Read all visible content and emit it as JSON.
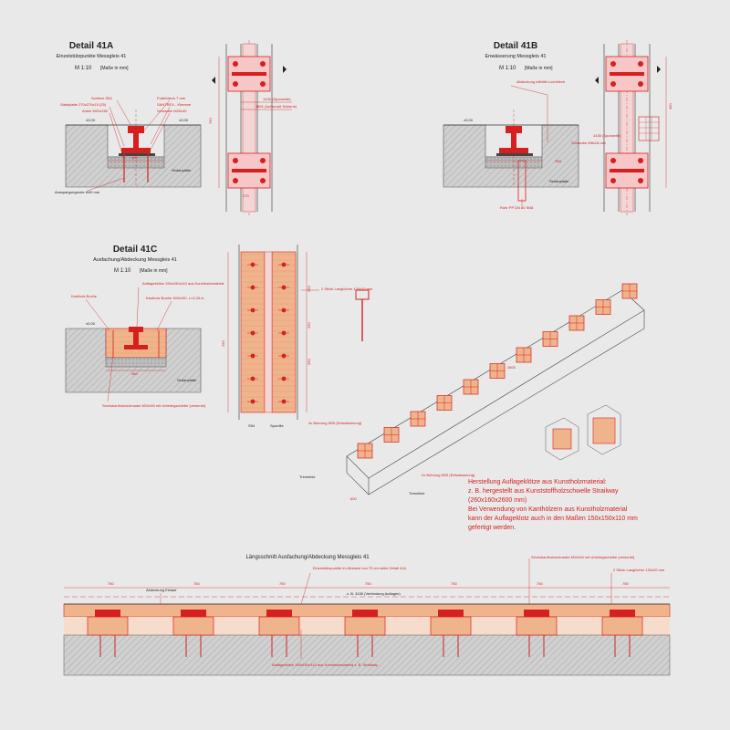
{
  "colors": {
    "accent": "#d62020",
    "ink": "#222222",
    "block": "#f0b48c",
    "paper": "#e9e9e9"
  },
  "detail_a": {
    "title": "Detail 41A",
    "subtitle": "Einzelstützpunkte Messgleis 41",
    "scale": "M 1:10",
    "scale_note": "[Maße in mm]",
    "labels": [
      "Schiene S54",
      "Futterblech 7 mm",
      "Stahlplatte 270x270x15 (25)",
      "SANTREX - Klemme",
      "Anker M20x250",
      "Schraube M20x40",
      "Ausspargungsrohr Ø40 mm",
      "Sedanplatte"
    ],
    "dims": [
      "±0.00",
      "±0.00",
      "450",
      "750",
      "1435 (Spurweite)",
      "1501 (Achsmaß Schiene)",
      "270"
    ]
  },
  "detail_b": {
    "title": "Detail 41B",
    "subtitle": "Enwässerung Messgleis 41",
    "scale": "M 1:10",
    "scale_note": "[Maße in mm]",
    "labels": [
      "Abdeckung mithilfe Lochblech",
      "Schraube M8x18 mm",
      "S54",
      "Sedanplatte",
      "Rohr PP DN 80 SN8"
    ],
    "dims": [
      "±0.00",
      "1435 (Spurweite)",
      "450"
    ]
  },
  "detail_c": {
    "title": "Detail 41C",
    "subtitle": "Ausfachung/Abdeckung Messgleis 41",
    "scale": "M 1:10",
    "scale_note": "[Maße in mm]",
    "labels": [
      "Auflageklötze 150x150x110 aus Kunstholzmaterial",
      "Kantholz Buche",
      "Kantholz Buche 160x100, L=3,25 m",
      "Sechskantholzschraube M10x50 mit Unterlegscheibe (versenkt)",
      "Sedanplatte",
      "2 Stück Langlöcher 120x20 mm",
      "S54",
      "Spurrille"
    ],
    "dims": [
      "±0.00",
      "450",
      "250",
      "250",
      "250",
      "250"
    ]
  },
  "iso": {
    "labels": [
      "Trennlinie",
      "Trennlinie",
      "4x Bohrung Ø25 (Entwässerung)",
      "2x Bohrung Ø25 (Entwässerung)"
    ],
    "dims": [
      "2600",
      "600"
    ]
  },
  "note": {
    "lines": [
      "Herstellung Auflageklötze aus Kunstholzmaterial:",
      "z. B. hergestellt aus Kunststoffholzschwelle Strailway",
      "(260x160x2600 mm)",
      "Bei Verwendung von Kanthölzern aus Kunstholzmaterial",
      "kann der Auflageklotz auch in den Maßen 150x150x110 mm",
      "gefertigt werden."
    ]
  },
  "section": {
    "title": "Längsschnitt Ausfachung/Abdeckung Messgleis 41",
    "labels": [
      "Einzelstützpunkte im Abstand von 75 cm siehe Detail 41A",
      "Sechskantholzschraube M10x50 mit Unterlegscheibe (versenkt)",
      "2 Stück Langlöcher 120x20 mm",
      "Abdeckung Einlauf",
      "Auflageklötze 150x150x110 aus Kunstholzmaterial z. B. Strailway",
      "z. B. 3150 (Verbindung Auflagen)"
    ],
    "dims": [
      "750",
      "750",
      "750",
      "750",
      "750",
      "750",
      "750"
    ]
  }
}
